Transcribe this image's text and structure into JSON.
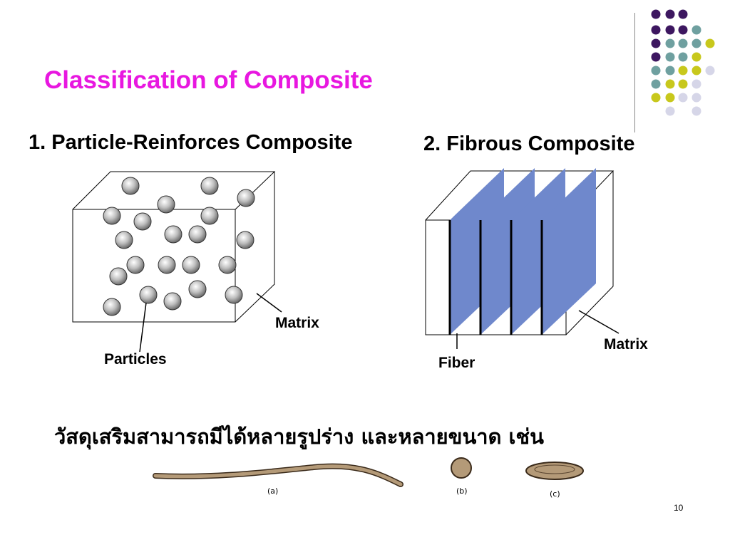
{
  "slide": {
    "title": "Classification of Composite",
    "section1_heading": "1. Particle-Reinforces Composite",
    "section2_heading": "2. Fibrous Composite",
    "thai_text": "วัสดุเสริมสามารถมีได้หลายรูปร่าง และหลายขนาด เช่น",
    "page_number": "10"
  },
  "particle_diagram": {
    "matrix_label": "Matrix",
    "particles_label": "Particles",
    "particle_count": 23
  },
  "fiber_diagram": {
    "fiber_label": "Fiber",
    "matrix_label": "Matrix",
    "fiber_count": 4,
    "fiber_color": "#6f88cc"
  },
  "shapes": {
    "caption_a": "(a)",
    "caption_b": "(b)",
    "caption_c": "(c)"
  },
  "colors": {
    "title": "#e817e0",
    "dot_purple": "#3d1760",
    "dot_teal": "#6fa0a0",
    "dot_yellow": "#c8c81c",
    "dot_lavender": "#d6d6e8"
  }
}
